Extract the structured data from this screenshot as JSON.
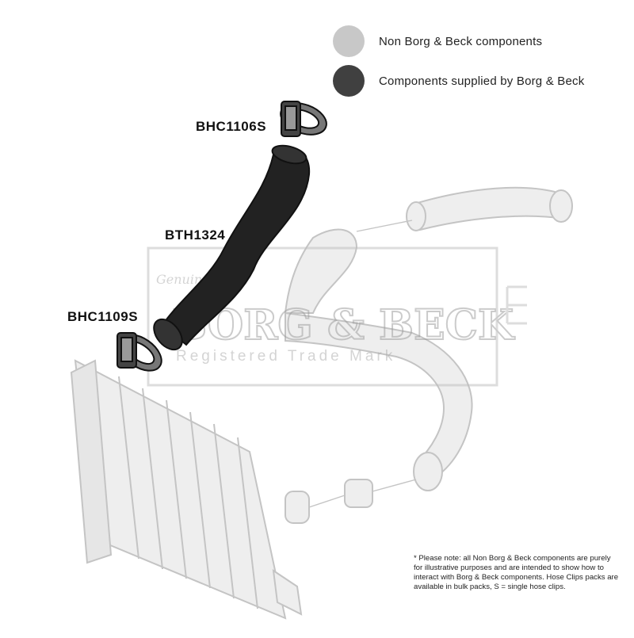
{
  "legend": {
    "non_component_label": "Non Borg & Beck components",
    "supplied_label": "Components supplied by Borg & Beck",
    "non_component_color": "#c8c8c8",
    "supplied_color": "#404040"
  },
  "parts": {
    "top_clip": "BHC1106S",
    "hose": "BTH1324",
    "bottom_clip": "BHC1109S"
  },
  "watermark": {
    "genuine": "Genuine",
    "brand": "BORG & BECK",
    "sub": "Registered Trade Mark"
  },
  "footnote": "* Please note: all Non Borg & Beck components are purely for illustrative purposes and are intended to show how to interact with Borg & Beck components. Hose Clips packs are available in bulk packs, S = single hose clips."
}
